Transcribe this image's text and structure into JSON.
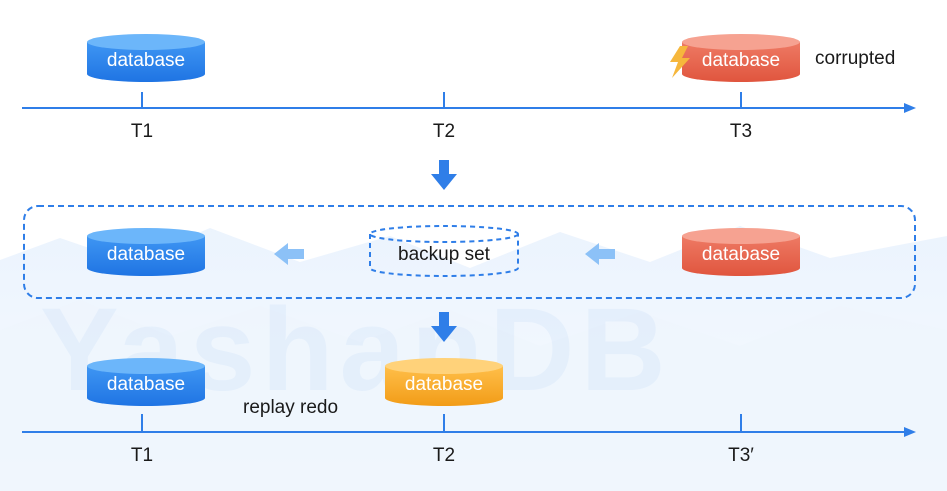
{
  "colors": {
    "blue_top": "#5aaaf7",
    "blue_body": "#2f86ee",
    "red_top": "#f59a88",
    "red_body": "#e8604a",
    "orange_top": "#ffd27a",
    "orange_body": "#f5a623",
    "axis": "#2f7ee8",
    "dashed_frame": "#2f7ee8",
    "arrow_down": "#2f7ee8",
    "arrow_left": "#8cc1f7",
    "spark": "#f6b73c",
    "background_mountain": "#eaf2fc"
  },
  "top_timeline": {
    "db_t1": {
      "label": "database",
      "color": "blue"
    },
    "db_t3": {
      "label": "database",
      "color": "red"
    },
    "corrupted_label": "corrupted",
    "ticks": [
      "T1",
      "T2",
      "T3"
    ]
  },
  "middle_box": {
    "db_left": {
      "label": "database",
      "color": "blue"
    },
    "backup": {
      "label": "backup set"
    },
    "db_right": {
      "label": "database",
      "color": "red"
    }
  },
  "bottom_timeline": {
    "db_t1": {
      "label": "database",
      "color": "blue"
    },
    "db_t2": {
      "label": "database",
      "color": "orange"
    },
    "replay_label": "replay redo",
    "ticks": [
      "T1",
      "T2",
      "T3′"
    ]
  },
  "watermark": "YashanDB"
}
